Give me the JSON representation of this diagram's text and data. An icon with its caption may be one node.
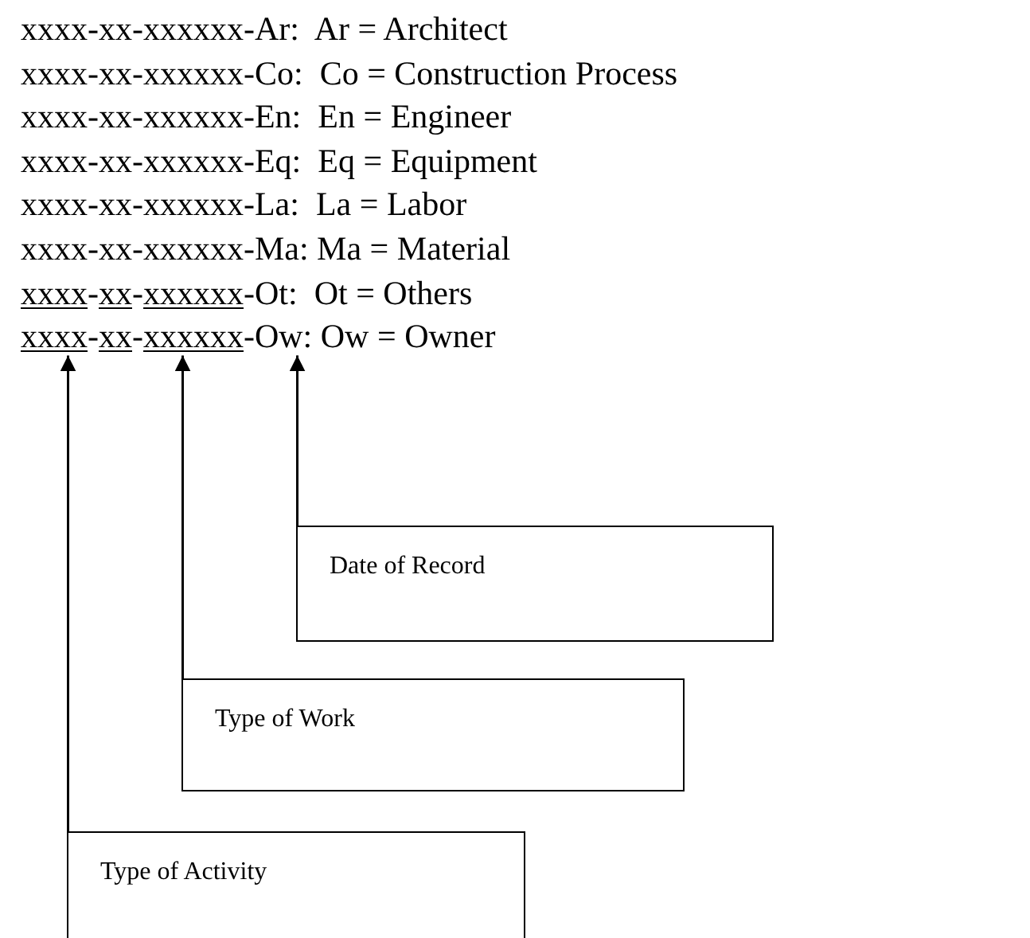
{
  "diagram": {
    "nodes": [
      {
        "text": [
          "xxxx-xx-xxxxxx-Ow: Ow = Owner"
        ]
      },
      {
        "text": [
          "Date of Record"
        ]
      },
      {
        "text": [
          "Type of Work"
        ]
      },
      {
        "text": [
          "Type of Activity"
        ]
      }
    ],
    "edges": [
      {
        "from": 1,
        "to": 0,
        "arrow": "to"
      },
      {
        "from": 2,
        "to": 0,
        "arrow": "to"
      },
      {
        "from": 3,
        "to": 0,
        "arrow": "to"
      }
    ],
    "labels": [
      "xxxx-xx-xxxxxx-Ar:  Ar = Architect",
      "xxxx-xx-xxxxxx-Co:  Co = Construction Process",
      "xxxx-xx-xxxxxx-En:  En = Engineer",
      "xxxx-xx-xxxxxx-Eq:  Eq = Equipment",
      "xxxx-xx-xxxxxx-La:  La = Labor",
      "xxxx-xx-xxxxxx-Ma: Ma = Material",
      "xxxx-xx-xxxxxx-Ot:  Ot = Others"
    ]
  }
}
